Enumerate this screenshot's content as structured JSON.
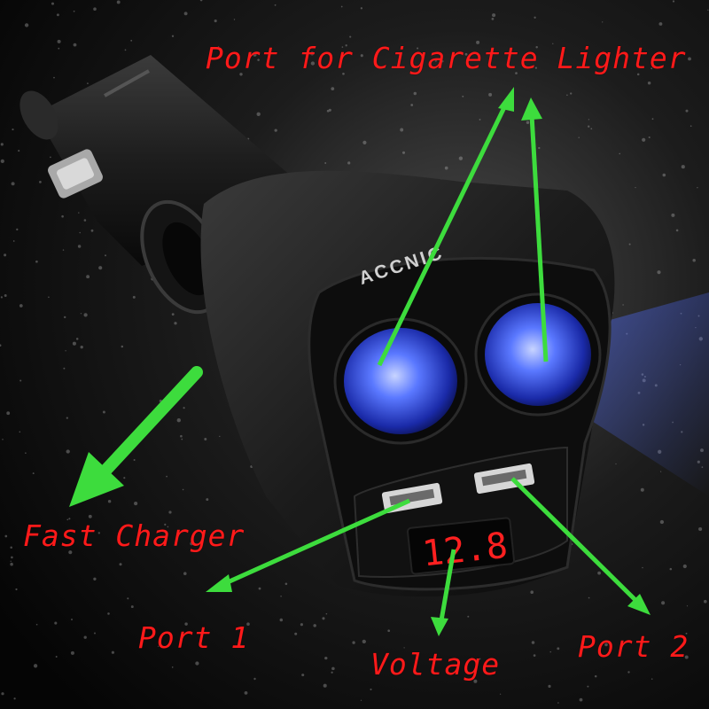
{
  "labels": {
    "cigarette_port": "Port for Cigarette Lighter",
    "fast_charger": "Fast Charger",
    "port1": "Port 1",
    "port2": "Port 2",
    "voltage": "Voltage"
  },
  "device": {
    "brand": "ACCNIC",
    "voltage_reading": "12.8"
  },
  "colors": {
    "label_text": "#ff1a1a",
    "arrow": "#3ddc3d",
    "led_digits": "#ff2020",
    "socket_glow": "#3b5cff"
  }
}
